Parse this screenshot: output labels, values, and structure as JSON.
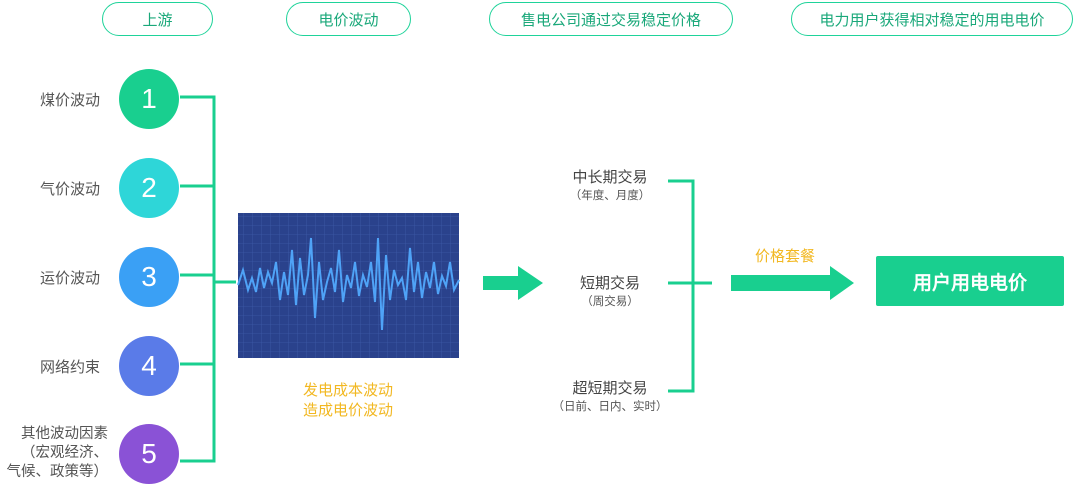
{
  "headers": [
    "上游",
    "电价波动",
    "售电公司通过交易稳定价格",
    "电力用户获得相对稳定的用电电价"
  ],
  "factors": [
    {
      "label": "煤价波动",
      "number": "1",
      "color": "#19cf8f"
    },
    {
      "label": "气价波动",
      "number": "2",
      "color": "#2ed6d8"
    },
    {
      "label": "运价波动",
      "number": "3",
      "color": "#3aa0f5"
    },
    {
      "label": "网络约束",
      "number": "4",
      "color": "#5a7be8"
    },
    {
      "label_lines": [
        "其他波动因素",
        "（宏观经济、",
        "气候、政策等）"
      ],
      "number": "5",
      "color": "#8a52d6"
    }
  ],
  "wave_caption": [
    "发电成本波动",
    "造成电价波动"
  ],
  "trades": [
    {
      "title": "中长期交易",
      "sub": "（年度、月度）"
    },
    {
      "title": "短期交易",
      "sub": "（周交易）"
    },
    {
      "title": "超短期交易",
      "sub": "（日前、日内、实时）"
    }
  ],
  "package_label": "价格套餐",
  "result_label": "用户用电电价"
}
